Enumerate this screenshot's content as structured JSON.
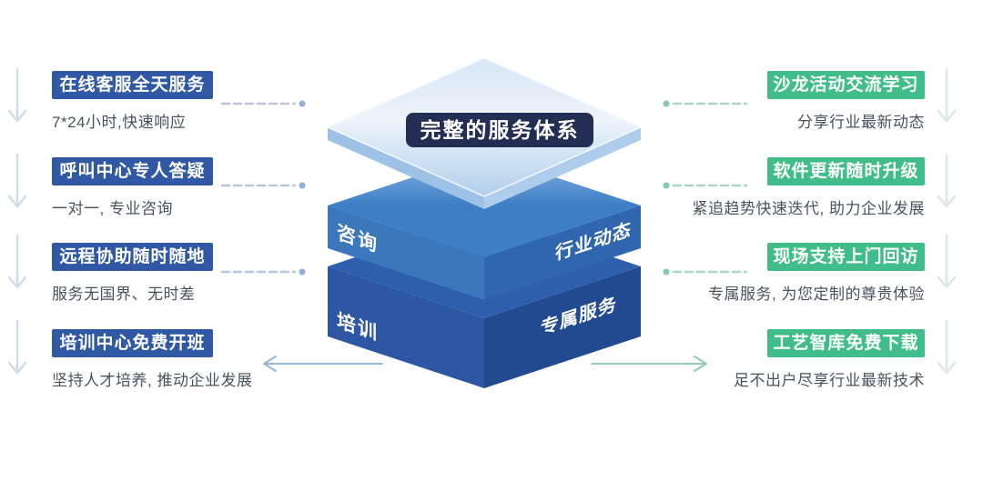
{
  "center": {
    "badge": "完整的服务体系",
    "layers": {
      "middle_left": "咨询",
      "middle_right": "行业动态",
      "bottom_left": "培训",
      "bottom_right": "专属服务"
    }
  },
  "left_items": [
    {
      "title": "在线客服全天服务",
      "desc": "7*24小时,快速响应"
    },
    {
      "title": "呼叫中心专人答疑",
      "desc": "一对一, 专业咨询"
    },
    {
      "title": "远程协助随时随地",
      "desc": "服务无国界、无时差"
    },
    {
      "title": "培训中心免费开班",
      "desc": "坚持人才培养, 推动企业发展"
    }
  ],
  "right_items": [
    {
      "title": "沙龙活动交流学习",
      "desc": "分享行业最新动态"
    },
    {
      "title": "软件更新随时升级",
      "desc": "紧追趋势快速迭代, 助力企业发展"
    },
    {
      "title": "现场支持上门回访",
      "desc": "专属服务, 为您定制的尊贵体验"
    },
    {
      "title": "工艺智库免费下载",
      "desc": "足不出户尽享行业最新技术"
    }
  ],
  "icons": {
    "left_column_flow": "arrow-down",
    "right_column_flow": "arrow-down",
    "left_item_links": "dashed-line-with-dot",
    "right_item_links": "dashed-line-with-dot",
    "bottom_left_link": "arrow-left",
    "bottom_right_link": "arrow-right"
  },
  "colors": {
    "blue_box": "#3058a4",
    "green_box": "#41bd8a",
    "badge_bg": "#242e55",
    "title_text": "#ffffff",
    "subtitle_text": "#49525f",
    "left_connector": "#b7c8da",
    "left_connector_dot": "#8fb3d8",
    "right_connector": "#a9d7c3",
    "right_connector_dot": "#82ccaa",
    "left_flow_arrow": "#cddded",
    "right_flow_arrow": "#d8ece1",
    "left_horiz_arrow": "#93badd",
    "right_horiz_arrow": "#8ed0b0",
    "top_plate_light": "#edf4fb",
    "top_plate_dark": "#b2cfec",
    "middle_plate_top": "#3e7ec4",
    "middle_plate_left_face": "#3c76bb",
    "middle_plate_right_face": "#2f66ae",
    "bottom_plate_top": "#2d5fae",
    "bottom_plate_left_face": "#2d57a3",
    "bottom_plate_right_face": "#224a91"
  }
}
